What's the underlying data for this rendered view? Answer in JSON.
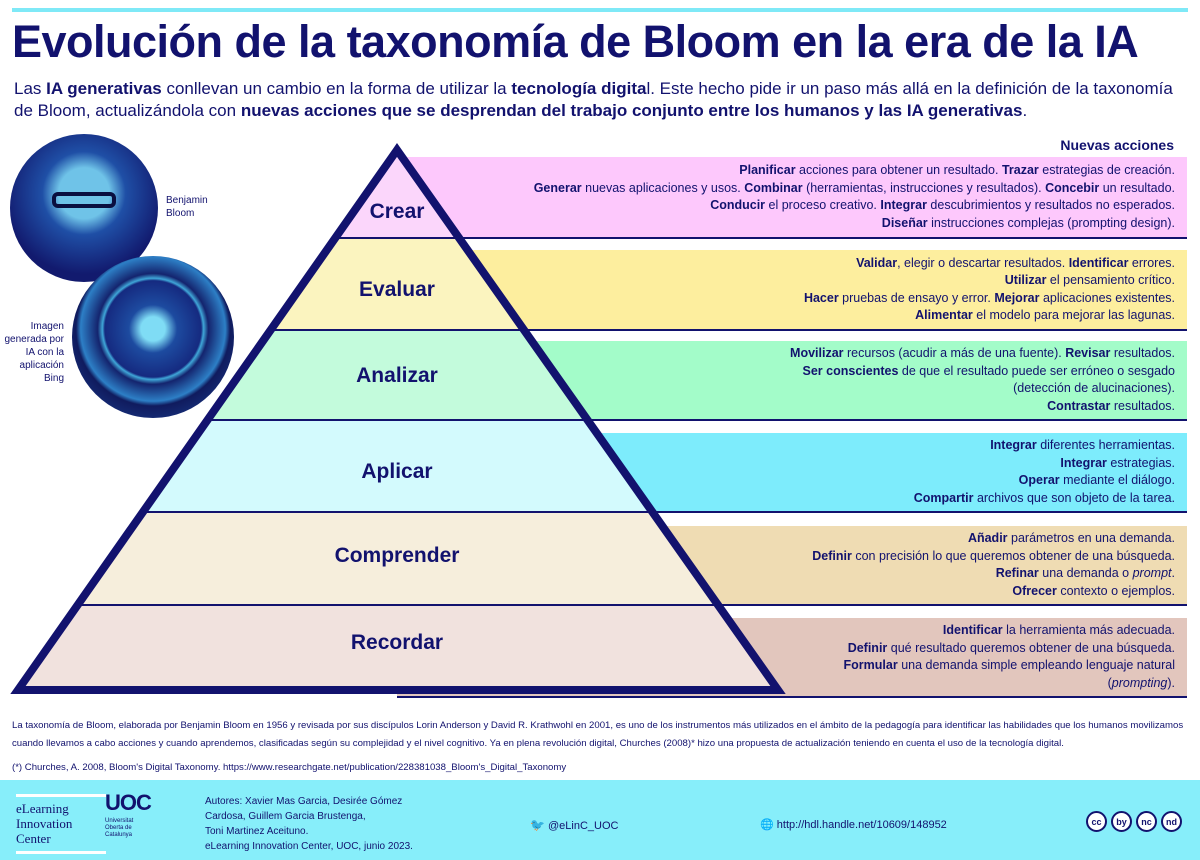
{
  "title": "Evolución de la taxonomía de Bloom en la era de la IA",
  "intro": [
    {
      "t": "Las "
    },
    {
      "b": "IA generativas"
    },
    {
      "t": " conllevan un cambio en la forma de utilizar la "
    },
    {
      "b": "tecnología digita"
    },
    {
      "t": "l. Este hecho pide ir un paso más allá en la definición de la taxonomía de Bloom, actualizándola con "
    },
    {
      "b": "nuevas acciones que se desprendan del trabajo conjunto entre los humanos y las IA generativas"
    },
    {
      "t": "."
    }
  ],
  "photos": {
    "bloom_caption": "Benjamin Bloom",
    "ai_caption": "Imagen generada por IA con la aplicación Bing"
  },
  "nuevas_acciones_label": "Nuevas acciones",
  "levels": [
    {
      "name": "Crear",
      "lines": [
        [
          {
            "b": "Planificar"
          },
          {
            "t": " acciones para obtener un resultado. "
          },
          {
            "b": "Trazar"
          },
          {
            "t": " estrategias de creación."
          }
        ],
        [
          {
            "b": "Generar"
          },
          {
            "t": " nuevas aplicaciones y usos. "
          },
          {
            "b": "Combinar"
          },
          {
            "t": " (herramientas, instrucciones y resultados). "
          },
          {
            "b": "Concebir"
          },
          {
            "t": " un resultado."
          }
        ],
        [
          {
            "b": "Conducir"
          },
          {
            "t": " el proceso creativo. "
          },
          {
            "b": "Integrar"
          },
          {
            "t": " descubrimientos y resultados no esperados."
          }
        ],
        [
          {
            "b": "Diseñar"
          },
          {
            "t": " instrucciones complejas  (prompting design)."
          }
        ]
      ]
    },
    {
      "name": "Evaluar",
      "lines": [
        [
          {
            "b": "Validar"
          },
          {
            "t": ", elegir o descartar resultados. "
          },
          {
            "b": "Identificar"
          },
          {
            "t": " errores."
          }
        ],
        [
          {
            "b": "Utilizar"
          },
          {
            "t": " el pensamiento crítico."
          }
        ],
        [
          {
            "b": "Hacer"
          },
          {
            "t": " pruebas de ensayo y error. "
          },
          {
            "b": "Mejorar"
          },
          {
            "t": " aplicaciones existentes."
          }
        ],
        [
          {
            "b": "Alimentar"
          },
          {
            "t": " el modelo para mejorar las lagunas."
          }
        ]
      ]
    },
    {
      "name": "Analizar",
      "lines": [
        [
          {
            "b": "Movilizar"
          },
          {
            "t": " recursos (acudir a más de una fuente). "
          },
          {
            "b": "Revisar"
          },
          {
            "t": " resultados."
          }
        ],
        [
          {
            "b": "Ser conscientes"
          },
          {
            "t": " de que el resultado puede ser erróneo o sesgado"
          }
        ],
        [
          {
            "t": "(detección de alucinaciones)."
          }
        ],
        [
          {
            "b": "Contrastar"
          },
          {
            "t": " resultados."
          }
        ]
      ]
    },
    {
      "name": "Aplicar",
      "lines": [
        [
          {
            "b": "Integrar"
          },
          {
            "t": " diferentes herramientas."
          }
        ],
        [
          {
            "b": "Integrar"
          },
          {
            "t": " estrategias."
          }
        ],
        [
          {
            "b": "Operar"
          },
          {
            "t": " mediante el diálogo."
          }
        ],
        [
          {
            "b": "Compartir"
          },
          {
            "t": " archivos que son objeto de la tarea."
          }
        ]
      ]
    },
    {
      "name": "Comprender",
      "lines": [
        [
          {
            "b": "Añadir"
          },
          {
            "t": " parámetros en una demanda."
          }
        ],
        [
          {
            "b": "Definir"
          },
          {
            "t": " con precisión lo que queremos obtener de una búsqueda."
          }
        ],
        [
          {
            "b": "Refinar"
          },
          {
            "t": " una demanda o "
          },
          {
            "i": "prompt"
          },
          {
            "t": "."
          }
        ],
        [
          {
            "b": "Ofrecer"
          },
          {
            "t": " contexto o ejemplos."
          }
        ]
      ]
    },
    {
      "name": "Recordar",
      "lines": [
        [
          {
            "b": "Identificar"
          },
          {
            "t": " la herramienta más adecuada."
          }
        ],
        [
          {
            "b": "Definir"
          },
          {
            "t": " qué resultado queremos obtener de una búsqueda."
          }
        ],
        [
          {
            "b": "Formular"
          },
          {
            "t": " una demanda simple empleando lenguaje natural"
          }
        ],
        [
          {
            "t": "("
          },
          {
            "i": "prompting"
          },
          {
            "t": ")."
          }
        ]
      ]
    }
  ],
  "colors": {
    "navy": "#12126e",
    "boxes": [
      "#fdc8fc",
      "#fdee9e",
      "#a3fcc9",
      "#7decfc",
      "#efdcb3",
      "#e2c6bd"
    ]
  },
  "note": {
    "paragraph": "La taxonomía de Bloom, elaborada por Benjamin Bloom en 1956 y revisada por sus discípulos Lorin Anderson y David R. Krathwohl en 2001, es uno de los instrumentos más utilizados en el ámbito de la pedagogía para identificar las habilidades que los humanos movilizamos cuando llevamos a cabo acciones  y cuando aprendemos, clasificadas según su complejidad y el nivel cognitivo. Ya en plena revolución digital, Churches (2008)* hizo una propuesta de actualización teniendo en cuenta  el uso de la tecnología digital.",
    "reference": "(*) Churches, A. 2008, Bloom's Digital Taxonomy.  https://www.researchgate.net/publication/228381038_Bloom's_Digital_Taxonomy"
  },
  "footer": {
    "elearning_logo": "eLearning Innovation Center",
    "uoc_logo": "UOC",
    "uoc_name": "Universitat Oberta de Catalunya",
    "authors": [
      "Autores: Xavier Mas Garcia, Desirée Gómez",
      "Cardosa, Guillem Garcia Brustenga,",
      "Toni Martinez Aceituno.",
      "eLearning Innovation Center, UOC, junio 2023."
    ],
    "twitter": "@eLinC_UOC",
    "url": "http://hdl.handle.net/10609/148952",
    "license_icons": [
      "cc",
      "by",
      "nc",
      "nd"
    ]
  }
}
